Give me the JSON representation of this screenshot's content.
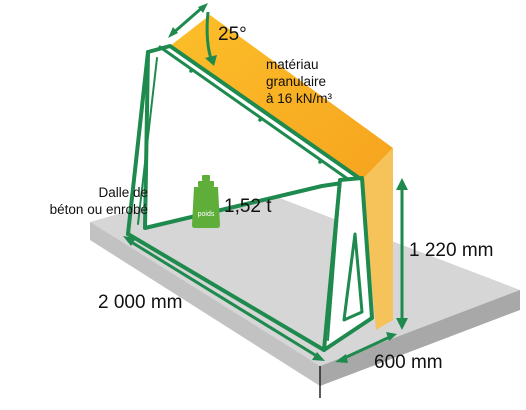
{
  "labels": {
    "angle": "25°",
    "material_line1": "matériau",
    "material_line2": "granulaire",
    "material_line3": "à 16 kN/m³",
    "slab_line1": "Dalle de",
    "slab_line2": "béton ou enrobé",
    "weight_value": "1,52 t",
    "weight_icon_text": "poids",
    "height": "1 220 mm",
    "length": "2 000 mm",
    "depth": "600 mm"
  },
  "colors": {
    "frame_green": "#1e8a4e",
    "fill_orange": "#f6a623",
    "slab_top": "#d4d4d4",
    "slab_side": "#bdbdbd",
    "weight_green": "#5fae3a"
  },
  "icons": {
    "weight": "weight-icon"
  }
}
